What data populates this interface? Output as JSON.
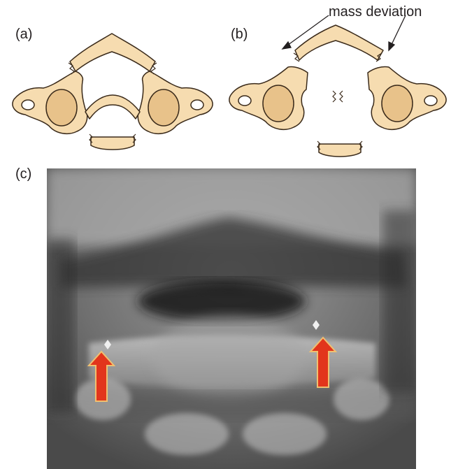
{
  "panels": {
    "a": {
      "label": "(a)"
    },
    "b": {
      "label": "(b)",
      "annotation": "mass deviation"
    },
    "c": {
      "label": "(c)"
    }
  },
  "colors": {
    "bone_fill": "#f6dcb0",
    "bone_stroke": "#3a2a1a",
    "bone_shade": "#e8c28a",
    "xray_dark": "#2e2e2e",
    "xray_light": "#b8b8b8",
    "arrow_red": "#e2351c",
    "arrow_outline": "#f0c070"
  }
}
